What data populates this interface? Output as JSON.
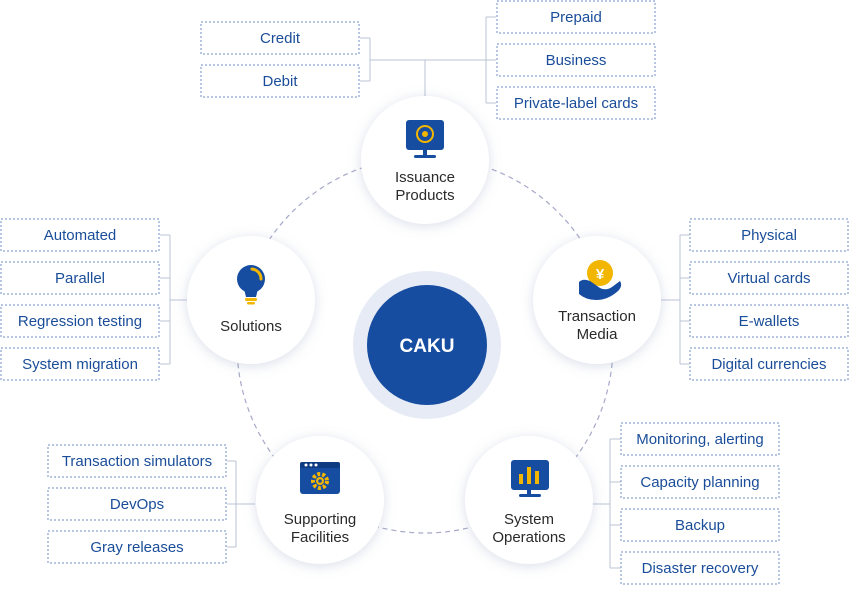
{
  "center": {
    "label": "CAKU"
  },
  "colors": {
    "primary": "#174da1",
    "accent": "#f2b600",
    "box_border": "#6f8cc4",
    "text": "#1a4d99",
    "ring": "#e6ebf5"
  },
  "nodes": [
    {
      "id": "issuance",
      "icon": "monitor-icon",
      "lines": [
        "Issuance",
        "Products"
      ],
      "items": [
        "Credit",
        "Debit",
        "Prepaid",
        "Business",
        "Private-label cards"
      ]
    },
    {
      "id": "media",
      "icon": "coin-hand-icon",
      "lines": [
        "Transaction",
        "Media"
      ],
      "items": [
        "Physical",
        "Virtual cards",
        "E-wallets",
        "Digital currencies"
      ]
    },
    {
      "id": "operations",
      "icon": "chart-monitor-icon",
      "lines": [
        "System",
        "Operations"
      ],
      "items": [
        "Monitoring, alerting",
        "Capacity planning",
        "Backup",
        "Disaster recovery"
      ]
    },
    {
      "id": "facilities",
      "icon": "gear-window-icon",
      "lines": [
        "Supporting",
        "Facilities"
      ],
      "items": [
        "Transaction simulators",
        "DevOps",
        "Gray releases"
      ]
    },
    {
      "id": "solutions",
      "icon": "lightbulb-icon",
      "lines": [
        "Solutions"
      ],
      "items": [
        "Automated",
        "Parallel",
        "Regression testing",
        "System migration"
      ]
    }
  ]
}
